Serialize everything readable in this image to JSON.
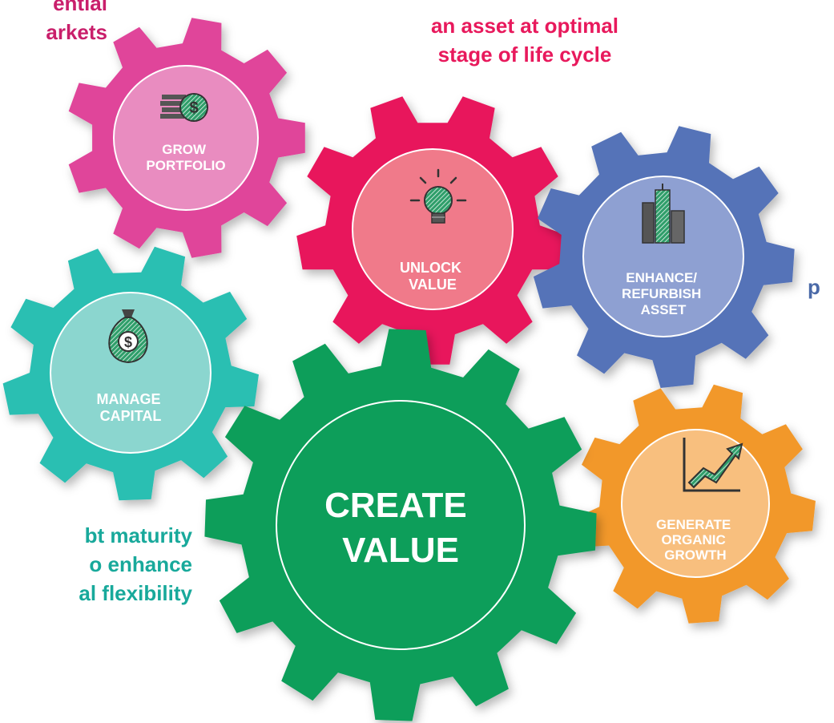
{
  "captions": {
    "top_left": [
      "ential",
      "arkets"
    ],
    "top_center": [
      "an asset at optimal",
      "stage of life cycle"
    ],
    "right_fragment": "p",
    "bottom_left": [
      "bt maturity",
      "o enhance",
      "al flexibility"
    ]
  },
  "gears": {
    "grow_portfolio": {
      "label": [
        "GROW",
        "PORTFOLIO"
      ],
      "icon": "coins-icon",
      "color": "#e0459a",
      "inner": "#e98cc0"
    },
    "unlock_value": {
      "label": [
        "UNLOCK",
        "VALUE"
      ],
      "icon": "lightbulb-icon",
      "color": "#e8195c",
      "inner": "#f07a8a"
    },
    "enhance_asset": {
      "label": [
        "ENHANCE/",
        "REFURBISH",
        "ASSET"
      ],
      "icon": "buildings-icon",
      "color": "#5573b8",
      "inner": "#8ea0d2"
    },
    "manage_capital": {
      "label": [
        "MANAGE",
        "CAPITAL"
      ],
      "icon": "money-bag-icon",
      "color": "#2abfb2",
      "inner": "#8bd6cf"
    },
    "create_value": {
      "label": [
        "CREATE",
        "VALUE"
      ],
      "icon": "",
      "color": "#0d9e5a",
      "inner": "#0d9e5a"
    },
    "generate_growth": {
      "label": [
        "GENERATE",
        "ORGANIC",
        "GROWTH"
      ],
      "icon": "growth-chart-icon",
      "color": "#f2982c",
      "inner": "#f8bf7e"
    }
  },
  "colors": {
    "pink_text": "#c91f6b",
    "teal_text": "#18a99b",
    "blue_text": "#4b6aa8"
  }
}
